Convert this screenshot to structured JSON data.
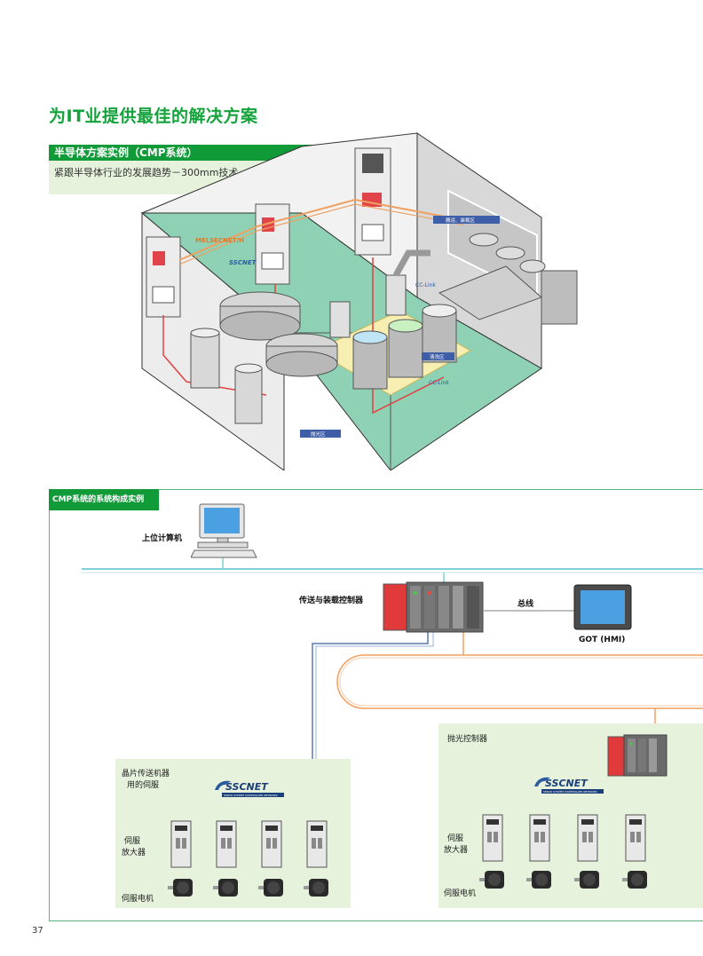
{
  "header": {
    "title": "为IT业提供最佳的解决方案"
  },
  "case": {
    "heading": "半导体方案实例（CMP系统）",
    "subtitle": "紧跟半导体行业的发展趋势－300mm技术"
  },
  "illustration": {
    "melsecnet_label": "MELSECNET/H",
    "sscnet_label": "SSCNET",
    "cclink_label": "CC-Link",
    "zone_load": "搬运、装载区",
    "zone_clean": "清洗区",
    "zone_polish": "抛光区"
  },
  "system": {
    "title": "CMP系统的系统构成实例",
    "host_pc": "上位计算机",
    "transfer_controller": "传送与装载控制器",
    "bus": "总线",
    "got": "GOT (HMI)",
    "polish_controller": "抛光控制器",
    "wafer_servo_line1": "晶片传送机器",
    "wafer_servo_line2": "用的伺服",
    "sscnet_logo": "SSCNET",
    "sscnet_tagline": "SERVO SYSTEM CONTROLLER NETWORK",
    "amp_line1": "伺服",
    "amp_line2": "放大器",
    "motor": "伺服电机"
  },
  "footer": {
    "page_number": "37"
  },
  "colors": {
    "brand_green": "#14a23b",
    "zone_bg": "#e6f2dc",
    "frame_green": "#5ab37a",
    "net_orange": "#f0a060",
    "net_blue": "#5a7ab0"
  }
}
